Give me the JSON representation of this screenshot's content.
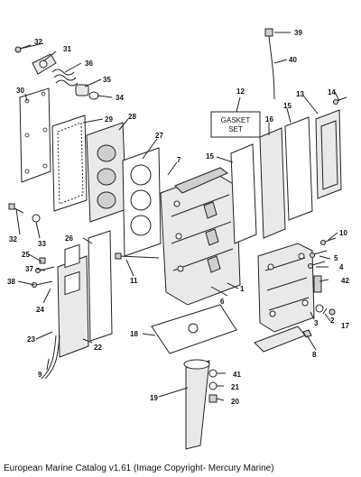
{
  "diagram": {
    "callouts": {
      "c1": "1",
      "c2": "2",
      "c3": "3",
      "c4": "4",
      "c5": "5",
      "c6": "6",
      "c7": "7",
      "c8": "8",
      "c9": "9",
      "c10": "10",
      "c11": "11",
      "c12": "12",
      "c13": "13",
      "c14": "14",
      "c15a": "15",
      "c15b": "15",
      "c16": "16",
      "c17": "17",
      "c18": "18",
      "c19": "19",
      "c20": "20",
      "c21": "21",
      "c22": "22",
      "c23": "23",
      "c24": "24",
      "c25": "25",
      "c26": "26",
      "c27": "27",
      "c28": "28",
      "c29": "29",
      "c30": "30",
      "c31": "31",
      "c32a": "32",
      "c32b": "32",
      "c33": "33",
      "c34": "34",
      "c35": "35",
      "c36": "36",
      "c37": "37",
      "c38": "38",
      "c39": "39",
      "c40": "40",
      "c41": "41",
      "c42": "42"
    },
    "gasket_set_line1": "GASKET",
    "gasket_set_line2": "SET"
  },
  "footer": {
    "caption": "European Marine Catalog v1.61 (Image Copyright- Mercury Marine)"
  }
}
